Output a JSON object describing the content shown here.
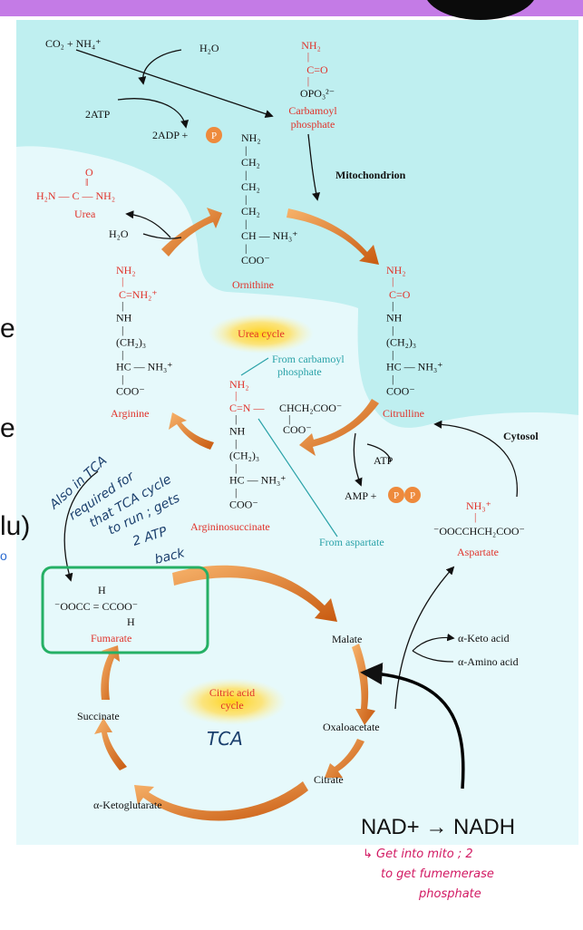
{
  "colors": {
    "mito": "#bfeff0",
    "cytosol": "#e6f9fb",
    "red": "#e0332b",
    "black": "#111111",
    "teal_label": "#2aa2a8",
    "orange": "#e07a1c",
    "green_box": "#25b065",
    "hand_blue": "#1b3f6d",
    "hand_magenta": "#d21a63",
    "header": "#c47be6"
  },
  "top": {
    "co2_nh4": "CO₂ + NH₄⁺",
    "water_1": "H₂O",
    "atp": "2ATP",
    "adp_p": "2ADP +",
    "p": "P"
  },
  "carbamoyl": {
    "nh2": "NH₂",
    "bar": "|",
    "co": "C=O",
    "opo3": "OPO₃²⁻",
    "name_1": "Carbamoyl",
    "name_2": "phosphate"
  },
  "mito_label": "Mitochondrion",
  "cytosol_label": "Cytosol",
  "urea": {
    "o": "O",
    "dbl": "‖",
    "formula": "H₂N — C — NH₂",
    "name": "Urea",
    "water": "H₂O"
  },
  "ornithine": {
    "lines": [
      "NH₂",
      "|",
      "CH₂",
      "|",
      "CH₂",
      "|",
      "CH₂",
      "|",
      "CH — NH₃⁺",
      "|",
      "COO⁻"
    ],
    "name": "Ornithine"
  },
  "arginine": {
    "nh2": "NH₂",
    "bar": "|",
    "cnh2": "C=NH₂⁺",
    "lines": [
      "|",
      "NH",
      "|",
      "(CH₂)₃",
      "|",
      "HC — NH₃⁺",
      "|",
      "COO⁻"
    ],
    "name": "Arginine"
  },
  "citrulline": {
    "nh2": "NH₂",
    "bar": "|",
    "co": "C=O",
    "lines": [
      "|",
      "NH",
      "|",
      "(CH₂)₃",
      "|",
      "HC — NH₃⁺",
      "|",
      "COO⁻"
    ],
    "name": "Citrulline"
  },
  "argsucc": {
    "nh2": "NH₂",
    "bar": "|",
    "cn": "C=N —",
    "chain": "CHCH₂COO⁻",
    "chain_bar": "|",
    "chain_coo": "COO⁻",
    "lines": [
      "|",
      "NH",
      "|",
      "(CH₂)₃",
      "|",
      "HC — NH₃⁺",
      "|",
      "COO⁻"
    ],
    "name": "Argininosuccinate"
  },
  "labels": {
    "urea_cycle": "Urea cycle",
    "from_carbamoyl_1": "From carbamoyl",
    "from_carbamoyl_2": "phosphate",
    "from_aspartate": "From aspartate",
    "atp2": "ATP",
    "amp": "AMP +",
    "p": "P",
    "citric_1": "Citric acid",
    "citric_2": "cycle"
  },
  "aspartate": {
    "nh3": "NH₃⁺",
    "bar": "|",
    "formula": "⁻OOCCHCH₂COO⁻",
    "name": "Aspartate"
  },
  "fumarate": {
    "h1": "H",
    "formula": "⁻OOCC = CCOO⁻",
    "h2": "H",
    "name": "Fumarate"
  },
  "tca": {
    "malate": "Malate",
    "keto_acid": "α-Keto acid",
    "amino_acid": "α-Amino acid",
    "oxaloacetate": "Oxaloacetate",
    "citrate": "Citrate",
    "succinate": "Succinate",
    "ketoglutarate": "α-Ketoglutarate"
  },
  "side_text": {
    "e1": "e",
    "e2": "e",
    "lu": "lu)",
    "mark": "o"
  },
  "handwriting": {
    "line1": "Also in TCA",
    "line2": "required for",
    "line3": "that TCA cycle",
    "line4": "to run ; gets",
    "line5": "2 ATP",
    "line6": "back",
    "tca": "TCA",
    "note1": "↳ Get into mito ; 2",
    "note2": "to get fumemerase",
    "note3": "phosphate"
  },
  "nadh_label": "NAD+ → NADH"
}
